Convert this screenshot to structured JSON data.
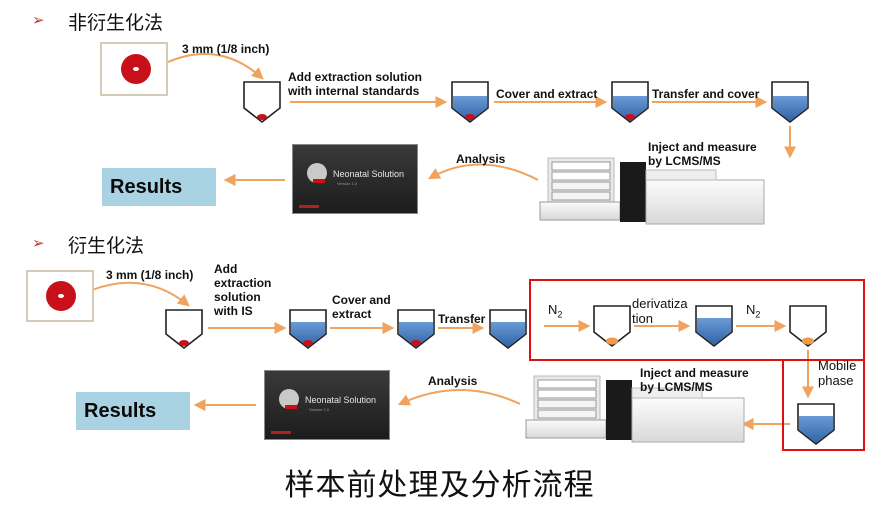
{
  "section1": {
    "heading": "非衍生化法",
    "punch_label": "3 mm (1/8 inch)",
    "steps": [
      "Add extraction solution\nwith internal standards",
      "Cover and extract",
      "Transfer and cover"
    ],
    "inject_label": "Inject and measure\nby LCMS/MS",
    "analysis_label": "Analysis",
    "results": "Results"
  },
  "section2": {
    "heading": "衍生化法",
    "punch_label": "3 mm (1/8 inch)",
    "add_label": "Add\nextraction\nsolution\nwith IS",
    "cover_label": "Cover and\nextract",
    "transfer_label": "Transfer",
    "n2_first": "N",
    "n2_second": "N",
    "n2_sub": "2",
    "deriv_label": "derivatiza\ntion",
    "mobile_phase": "Mobile\nphase",
    "inject_label": "Inject and measure\nby LCMS/MS",
    "analysis_label": "Analysis",
    "results": "Results"
  },
  "software": {
    "title": "Neonatal Solution",
    "version": "Version 1.0"
  },
  "footer": "样本前处理及分析流程",
  "colors": {
    "arrow": "#f0a35e",
    "liquid": "#4a7fc1",
    "blood": "#c8101a",
    "dried_sample": "#f39a4a",
    "highlight": "#dd1111",
    "results_bg": "#a9d3e3"
  }
}
